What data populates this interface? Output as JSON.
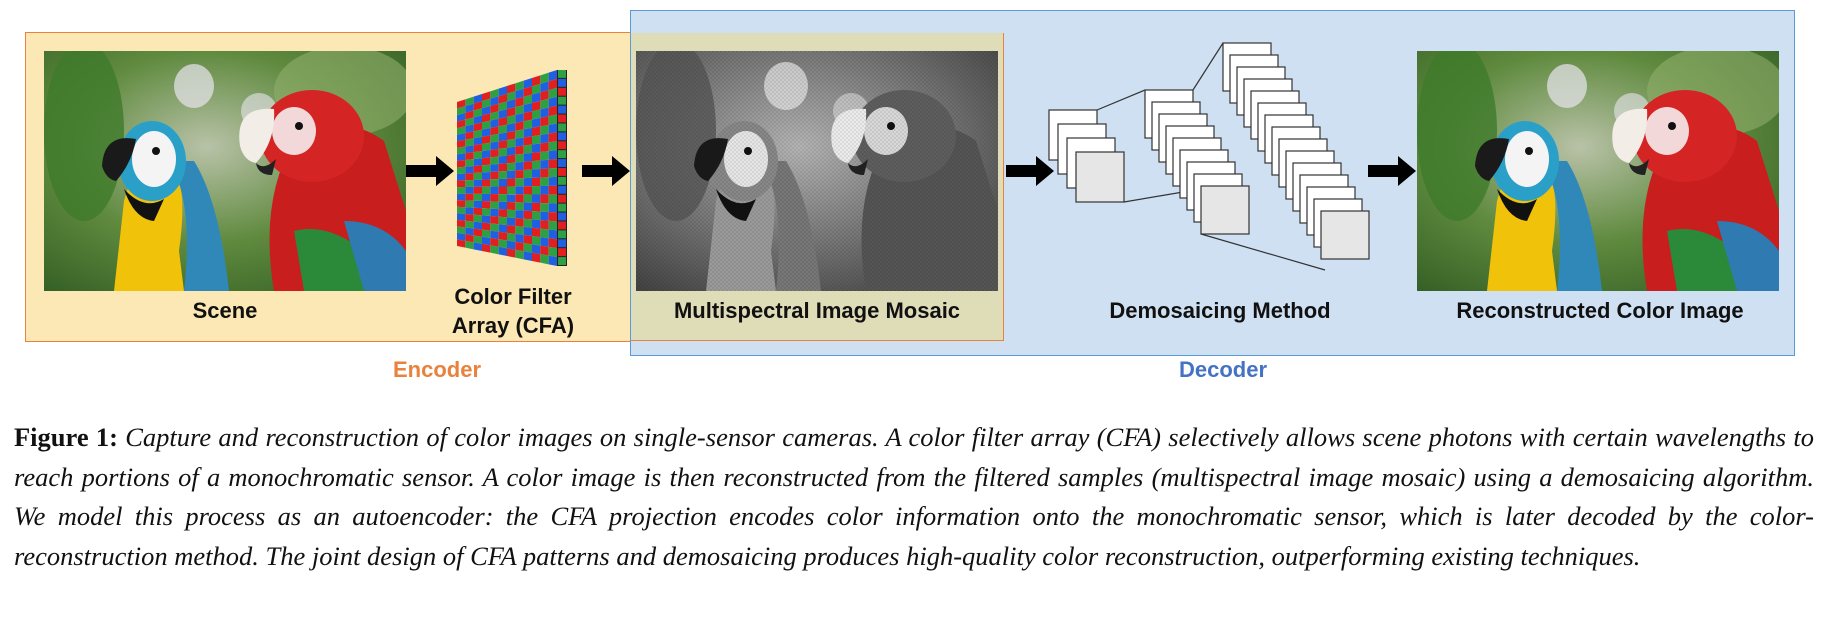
{
  "diagram": {
    "stage_labels": {
      "scene": "Scene",
      "cfa": "Color Filter Array (CFA)",
      "mosaic": "Multispectral Image Mosaic",
      "demosaicing": "Demosaicing Method",
      "reconstructed": "Reconstructed Color Image"
    },
    "groups": {
      "encoder": "Encoder",
      "decoder": "Decoder"
    },
    "colors": {
      "encoder_fill": "#fce8b4",
      "encoder_border": "#e8823c",
      "encoder_text": "#e8823c",
      "decoder_fill": "#cfe0f2",
      "decoder_border": "#5b9bd5",
      "decoder_text": "#4472c4",
      "overlap_fill": "#dfdcb8",
      "cfa_red": "#e02020",
      "cfa_green": "#2ea043",
      "cfa_blue": "#2060e0",
      "arrow": "#000000"
    },
    "icons": {
      "scene": "parrots-color-photo",
      "mosaic": "parrots-grayscale-photo",
      "reconstructed": "parrots-color-photo",
      "cfa": "cfa-grid-icon",
      "network": "neural-network-icon"
    }
  },
  "caption": {
    "figure_label": "Figure 1:",
    "text": "Capture and reconstruction of color images on single-sensor cameras. A color filter array (CFA) selectively allows scene photons with certain wavelengths to reach portions of a monochromatic sensor. A color image is then reconstructed from the filtered samples (multispectral image mosaic) using a demosaicing algorithm. We model this process as an autoencoder: the CFA projection encodes color information onto the monochromatic sensor, which is later decoded by the color-reconstruction method. The joint design of CFA patterns and demosaicing produces high-quality color reconstruction, outperforming existing techniques."
  }
}
